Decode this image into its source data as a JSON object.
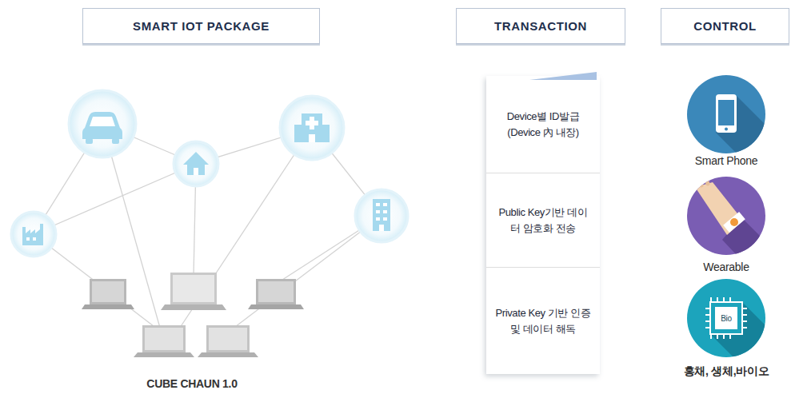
{
  "diagram": {
    "nodes": [
      {
        "text": [
          "SMART IOT PACKAGE"
        ]
      },
      {
        "text": [
          "TRANSACTION"
        ]
      },
      {
        "text": [
          "CONTROL"
        ]
      },
      {
        "text": [
          "Device별 ID발급 (Device 內 내장)"
        ]
      },
      {
        "text": [
          "Public Key기반 데이터 암호화 전송"
        ]
      },
      {
        "text": [
          "Private Key 기반 인증 및 데이터 해독"
        ]
      },
      {
        "text": [
          "Smart Phone"
        ]
      },
      {
        "text": [
          "Wearable"
        ]
      },
      {
        "text": [
          "홍채, 생체,바이오"
        ]
      }
    ],
    "labels": [
      "CUBE CHAUN 1.0",
      "Bio"
    ]
  }
}
